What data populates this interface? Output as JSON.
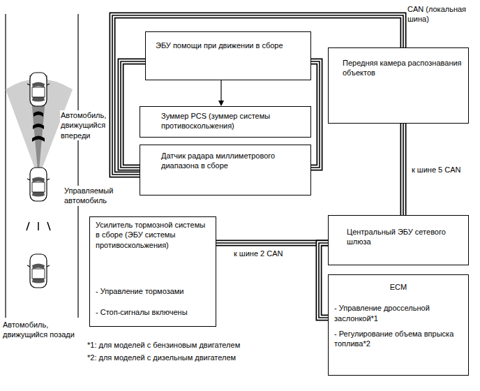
{
  "diagram": {
    "nodes": [
      {
        "text": [
          "ЭБУ помощи при движении в сборе"
        ]
      },
      {
        "text": [
          "Зуммер PCS (зуммер системы противоскольжения)"
        ]
      },
      {
        "text": [
          "Датчик радара миллиметрового диапазона в сборе"
        ]
      },
      {
        "text": [
          "Передняя камера распознавания объектов"
        ]
      },
      {
        "text": [
          "Усилитель тормозной системы в сборе (ЭБУ системы противоскольжения)",
          "- Управление тормозами",
          "- Стоп-сигналы включены"
        ]
      },
      {
        "text": [
          "Центральный ЭБУ сетевого шлюза"
        ]
      },
      {
        "text": [
          "ECM",
          "- Управление дроссельной заслонкой*1",
          "- Регулирование объема впрыска топлива*2"
        ]
      }
    ],
    "edges": [
      {
        "from": 0,
        "to": 1,
        "arrow": "to"
      },
      {
        "from": 0,
        "to": 2,
        "arrow": "none"
      },
      {
        "from": 0,
        "to": 2,
        "arrow": "none"
      },
      {
        "from": 2,
        "to": 3,
        "arrow": "none"
      },
      {
        "from": 3,
        "to": 5,
        "arrow": "none"
      },
      {
        "from": 4,
        "to": 5,
        "arrow": "none"
      },
      {
        "from": 5,
        "to": 6,
        "arrow": "none"
      }
    ],
    "labels": [
      "CAN (локальная шина)",
      "к шине 5 CAN",
      "к шине 2 CAN",
      "Автомобиль, движущийся впереди",
      "Управляемый автомобиль",
      "Автомобиль, движущийся позади",
      "*1: для моделей с бензиновым двигателем",
      "*2: для моделей с дизельным двигателем"
    ]
  }
}
